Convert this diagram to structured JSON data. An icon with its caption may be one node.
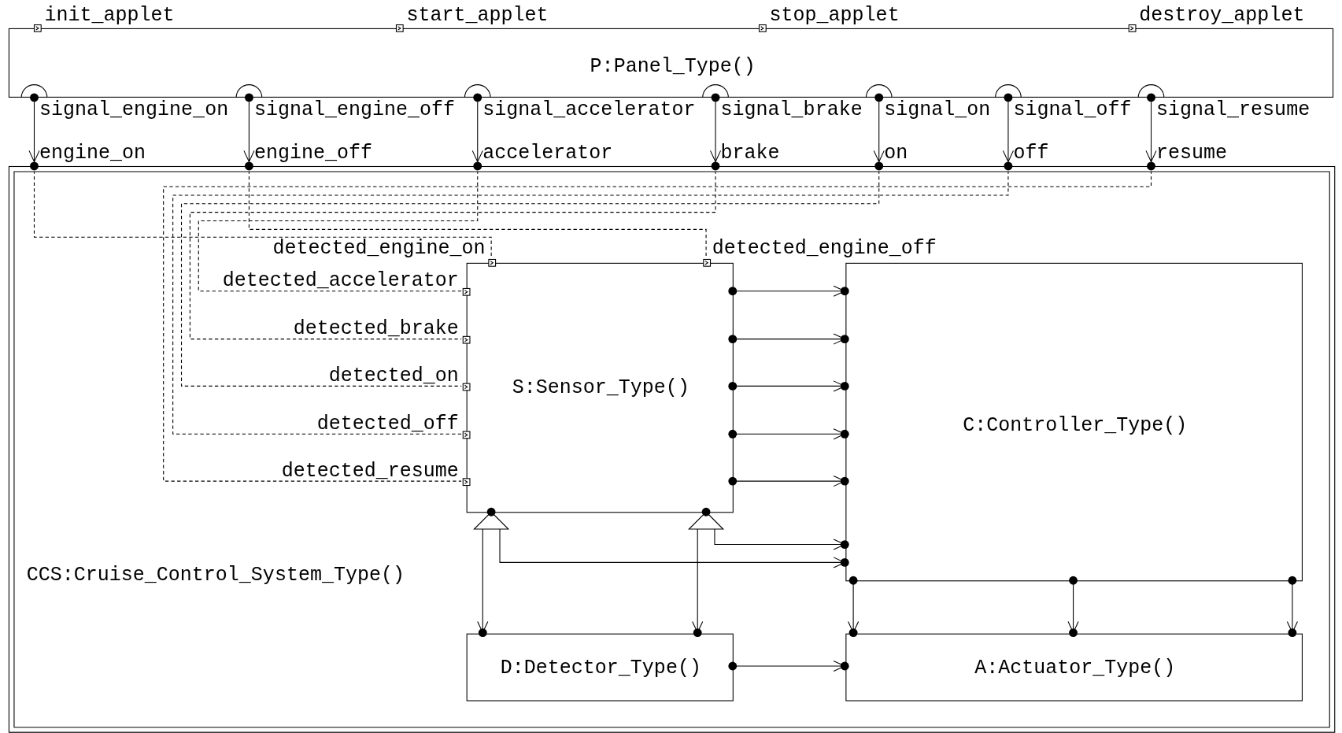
{
  "diagram": {
    "nodes": [
      {
        "text": [
          "P:Panel_Type()"
        ]
      },
      {
        "text": [],
        "shape": "box",
        "beside": [
          "init_applet"
        ]
      },
      {
        "text": [],
        "shape": "box",
        "beside": [
          "start_applet"
        ]
      },
      {
        "text": [],
        "shape": "box",
        "beside": [
          "stop_applet"
        ]
      },
      {
        "text": [],
        "shape": "box",
        "beside": [
          "destroy_applet"
        ]
      },
      {
        "text": [],
        "shape": "circle",
        "beside": [
          "signal_engine_on"
        ]
      },
      {
        "text": [],
        "shape": "circle",
        "beside": [
          "signal_engine_off"
        ]
      },
      {
        "text": [],
        "shape": "circle",
        "beside": [
          "signal_accelerator"
        ]
      },
      {
        "text": [],
        "shape": "circle",
        "beside": [
          "signal_brake"
        ]
      },
      {
        "text": [],
        "shape": "circle",
        "beside": [
          "signal_on"
        ]
      },
      {
        "text": [],
        "shape": "circle",
        "beside": [
          "signal_off"
        ]
      },
      {
        "text": [],
        "shape": "circle",
        "beside": [
          "signal_resume"
        ]
      },
      {
        "text": [
          "CCS:Cruise_Control_System_Type()"
        ]
      },
      {
        "text": [],
        "shape": "circle",
        "beside": [
          "engine_on"
        ]
      },
      {
        "text": [],
        "shape": "circle",
        "beside": [
          "engine_off"
        ]
      },
      {
        "text": [],
        "shape": "circle",
        "beside": [
          "accelerator"
        ]
      },
      {
        "text": [],
        "shape": "circle",
        "beside": [
          "brake"
        ]
      },
      {
        "text": [],
        "shape": "circle",
        "beside": [
          "on"
        ]
      },
      {
        "text": [],
        "shape": "circle",
        "beside": [
          "off"
        ]
      },
      {
        "text": [],
        "shape": "circle",
        "beside": [
          "resume"
        ]
      },
      {
        "text": [
          "S:Sensor_Type()"
        ],
        "in": 12
      },
      {
        "text": [],
        "shape": "box",
        "beside": [
          "detected_engine_on"
        ],
        "in": 12
      },
      {
        "text": [],
        "shape": "box",
        "beside": [
          "detected_engine_off"
        ],
        "in": 12
      },
      {
        "text": [],
        "shape": "box",
        "beside": [
          "detected_accelerator"
        ],
        "in": 12
      },
      {
        "text": [],
        "shape": "box",
        "beside": [
          "detected_brake"
        ],
        "in": 12
      },
      {
        "text": [],
        "shape": "box",
        "beside": [
          "detected_on"
        ],
        "in": 12
      },
      {
        "text": [],
        "shape": "box",
        "beside": [
          "detected_off"
        ],
        "in": 12
      },
      {
        "text": [],
        "shape": "box",
        "beside": [
          "detected_resume"
        ],
        "in": 12
      },
      {
        "text": [
          "C:Controller_Type()"
        ],
        "in": 12
      },
      {
        "text": [
          "D:Detector_Type()"
        ],
        "in": 12
      },
      {
        "text": [
          "A:Actuator_Type()"
        ],
        "in": 12
      }
    ],
    "edges": [
      {
        "from": 5,
        "to": 13,
        "arrow": "to"
      },
      {
        "from": 6,
        "to": 14,
        "arrow": "to"
      },
      {
        "from": 7,
        "to": 15,
        "arrow": "to"
      },
      {
        "from": 8,
        "to": 16,
        "arrow": "to"
      },
      {
        "from": 9,
        "to": 17,
        "arrow": "to"
      },
      {
        "from": 10,
        "to": 18,
        "arrow": "to"
      },
      {
        "from": 11,
        "to": 19,
        "arrow": "to"
      },
      {
        "from": 13,
        "to": 21,
        "arrow": "none",
        "style": "dashed"
      },
      {
        "from": 14,
        "to": 22,
        "arrow": "none",
        "style": "dashed"
      },
      {
        "from": 15,
        "to": 23,
        "arrow": "none",
        "style": "dashed"
      },
      {
        "from": 16,
        "to": 24,
        "arrow": "none",
        "style": "dashed"
      },
      {
        "from": 17,
        "to": 25,
        "arrow": "none",
        "style": "dashed"
      },
      {
        "from": 18,
        "to": 26,
        "arrow": "none",
        "style": "dashed"
      },
      {
        "from": 19,
        "to": 27,
        "arrow": "none",
        "style": "dashed"
      },
      {
        "from": 20,
        "to": 28,
        "arrow": "to"
      },
      {
        "from": 20,
        "to": 28,
        "arrow": "to"
      },
      {
        "from": 20,
        "to": 28,
        "arrow": "to"
      },
      {
        "from": 20,
        "to": 28,
        "arrow": "to"
      },
      {
        "from": 20,
        "to": 28,
        "arrow": "to"
      },
      {
        "from": 20,
        "to": 29,
        "arrow": "to"
      },
      {
        "from": 20,
        "to": 28,
        "arrow": "to"
      },
      {
        "from": 20,
        "to": 29,
        "arrow": "to"
      },
      {
        "from": 20,
        "to": 28,
        "arrow": "to"
      },
      {
        "from": 28,
        "to": 30,
        "arrow": "to"
      },
      {
        "from": 28,
        "to": 30,
        "arrow": "to"
      },
      {
        "from": 28,
        "to": 30,
        "arrow": "to"
      },
      {
        "from": 29,
        "to": 30,
        "arrow": "to"
      }
    ]
  }
}
